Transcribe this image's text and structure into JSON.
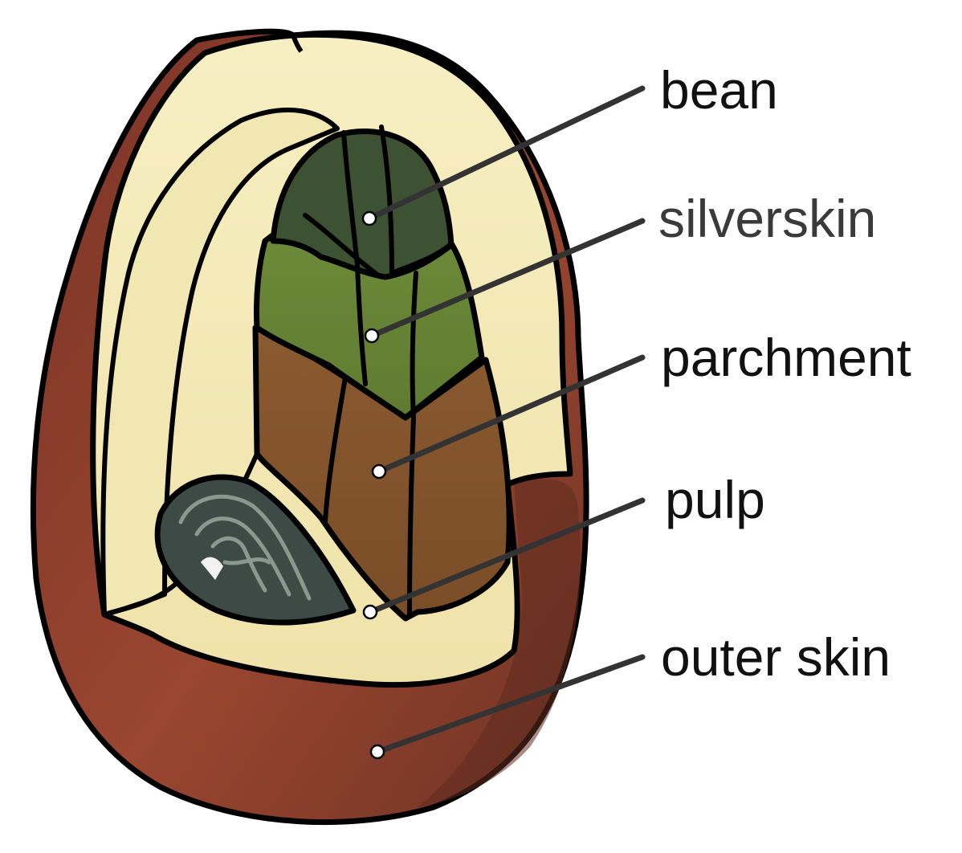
{
  "labels": {
    "bean": "bean",
    "silverskin": "silverskin",
    "parchment": "parchment",
    "pulp": "pulp",
    "outer_skin": "outer skin"
  },
  "colors": {
    "outline": "#000000",
    "outer_skin": "#8f3f2c",
    "outer_skin_dark": "#5a2a1e",
    "pulp": "#f5ecbc",
    "parchment": "#8a5a30",
    "silverskin": "#6b8a3a",
    "bean": "#3d5232",
    "embryo": "#3e4a45",
    "leader_line": "#333333",
    "dot": "#ffffff"
  }
}
